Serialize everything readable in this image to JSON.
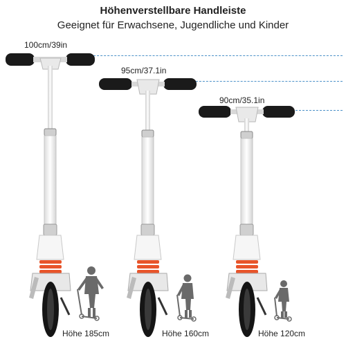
{
  "header": {
    "title": "Höhenverstellbare Handleiste",
    "subtitle": "Geeignet für Erwachsene, Jugendliche und Kinder"
  },
  "scooters": [
    {
      "height_label": "100cm/39in",
      "caption": "Höhe 185cm"
    },
    {
      "height_label": "95cm/37.1in",
      "caption": "Höhe 160cm"
    },
    {
      "height_label": "90cm/35.1in",
      "caption": "Höhe 120cm"
    }
  ],
  "colors": {
    "dash_line": "#4a90c8",
    "frame": "#f4f4f4",
    "grip": "#1a1a1a",
    "spring": "#e8542a",
    "figure": "#6a6a6a"
  }
}
